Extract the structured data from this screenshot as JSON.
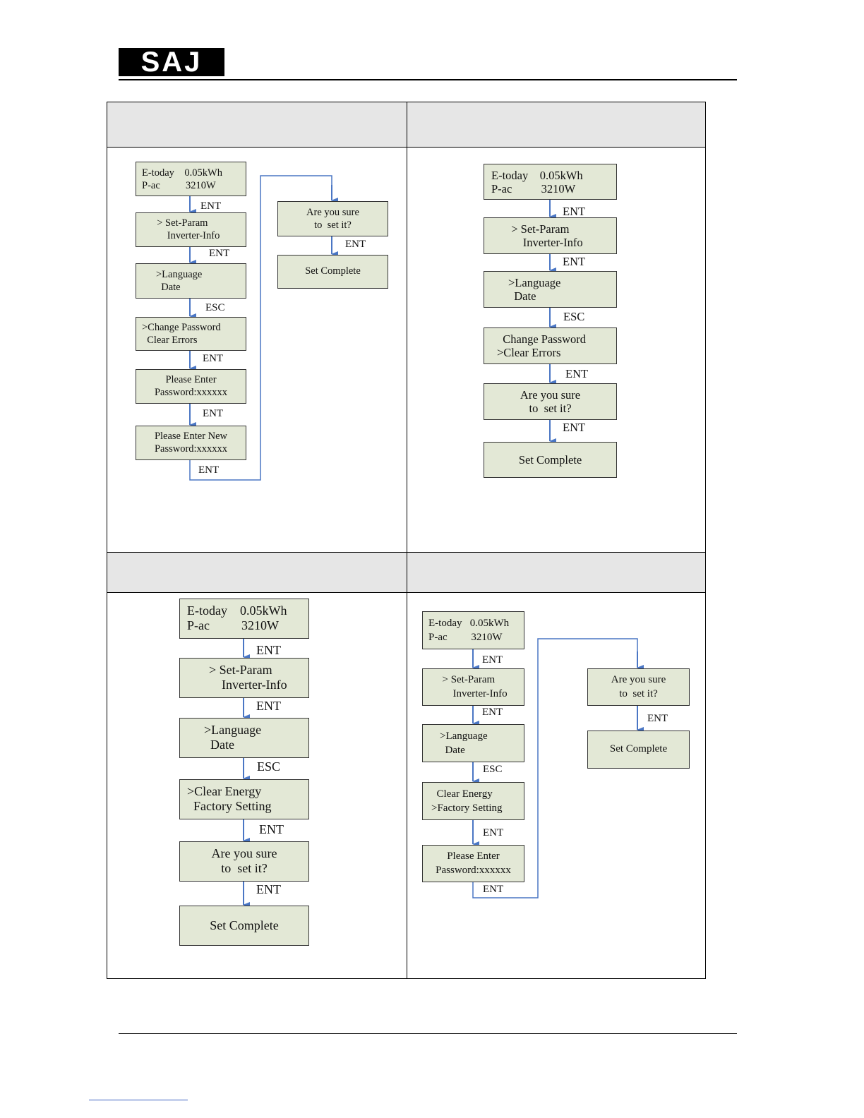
{
  "header": {
    "logo_text": "SAJ"
  },
  "diagrams": {
    "d1": {
      "screens": [
        "E-today    0.05kWh\nP-ac          3210W",
        "  > Set-Param\n      Inverter-Info",
        ">Language\n  Date",
        ">Change Password\n  Clear Errors",
        "Please Enter\nPassword:xxxxxx",
        "Please Enter New\nPassword:xxxxxx",
        "Are you sure\nto  set it?",
        "Set Complete"
      ],
      "keys": [
        "ENT",
        "ENT",
        "ESC",
        "ENT",
        "ENT",
        "ENT",
        "ENT"
      ]
    },
    "d2": {
      "screens": [
        "E-today    0.05kWh\nP-ac          3210W",
        "  > Set-Param\n      Inverter-Info",
        ">Language\n  Date",
        "  Change Password\n>Clear Errors",
        "Are you sure\nto  set it?",
        "Set Complete"
      ],
      "keys": [
        "ENT",
        "ENT",
        "ESC",
        "ENT",
        "ENT"
      ]
    },
    "d3": {
      "screens": [
        "E-today    0.05kWh\nP-ac          3210W",
        "  > Set-Param\n      Inverter-Info",
        ">Language\n  Date",
        ">Clear Energy\n  Factory Setting",
        "Are you sure\nto  set it?",
        "Set Complete"
      ],
      "keys": [
        "ENT",
        "ENT",
        "ESC",
        "ENT",
        "ENT"
      ]
    },
    "d4": {
      "screens": [
        "E-today   0.05kWh\nP-ac         3210W",
        "  > Set-Param\n      Inverter-Info",
        ">Language\n  Date",
        "  Clear Energy\n>Factory Setting",
        "Please Enter\nPassword:xxxxxx",
        "Are you sure\nto  set it?",
        "Set Complete"
      ],
      "keys": [
        "ENT",
        "ENT",
        "ESC",
        "ENT",
        "ENT",
        "ENT"
      ]
    }
  },
  "colors": {
    "screen_fill": "#e3e8d6",
    "arrow": "#4a76c4",
    "header_fill": "#e6e6e6"
  }
}
